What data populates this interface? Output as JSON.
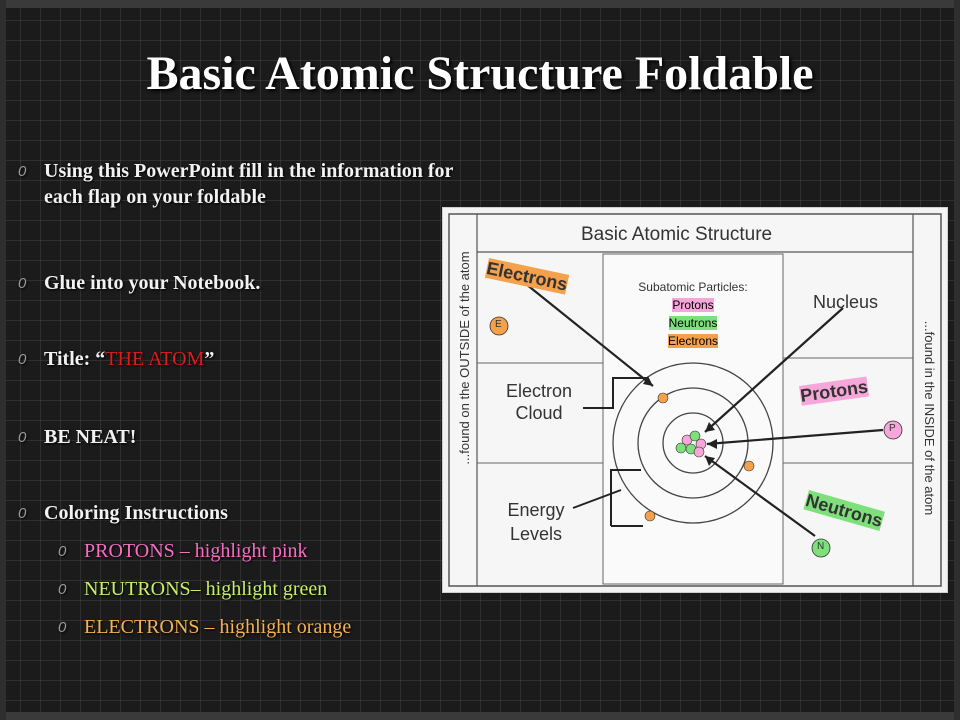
{
  "slide": {
    "title": "Basic Atomic Structure Foldable",
    "bullets": [
      {
        "marker": "0",
        "text_line1": "Using this PowerPoint fill in the information for",
        "text_line2": "each flap on your foldable"
      },
      {
        "marker": "0",
        "text": "Glue into your Notebook."
      },
      {
        "marker": "0",
        "prefix": "Title: “",
        "highlight": "THE ATOM",
        "suffix": "”"
      },
      {
        "marker": "0",
        "text": "BE NEAT!"
      },
      {
        "marker": "0",
        "text": "Coloring Instructions"
      }
    ],
    "sub_bullets": [
      {
        "marker": "0",
        "text": "PROTONS – highlight pink"
      },
      {
        "marker": "0",
        "text": "NEUTRONS– highlight green"
      },
      {
        "marker": "0",
        "text": "ELECTRONS – highlight orange"
      }
    ]
  },
  "foldable": {
    "title": "Basic Atomic Structure",
    "left_side_text": "...found on the OUTSIDE of the atom",
    "right_side_text": "...found in the INSIDE of the atom",
    "flaps": {
      "electrons": "Electrons",
      "electrons_symbol": "E",
      "electron_cloud_line1": "Electron",
      "electron_cloud_line2": "Cloud",
      "energy_levels_line1": "Energy",
      "energy_levels_line2": "Levels",
      "nucleus": "Nucleus",
      "protons": "Protons",
      "protons_symbol": "P",
      "neutrons": "Neutrons",
      "neutrons_symbol": "N"
    },
    "center": {
      "heading": "Subatomic Particles:",
      "protons": "Protons",
      "neutrons": "Neutrons",
      "electrons": "Electrons"
    }
  },
  "colors": {
    "background": "#1b1b1b",
    "pink": "#f56ec5",
    "green": "#c6f06a",
    "orange": "#f5b251",
    "red": "#e01b1b"
  }
}
